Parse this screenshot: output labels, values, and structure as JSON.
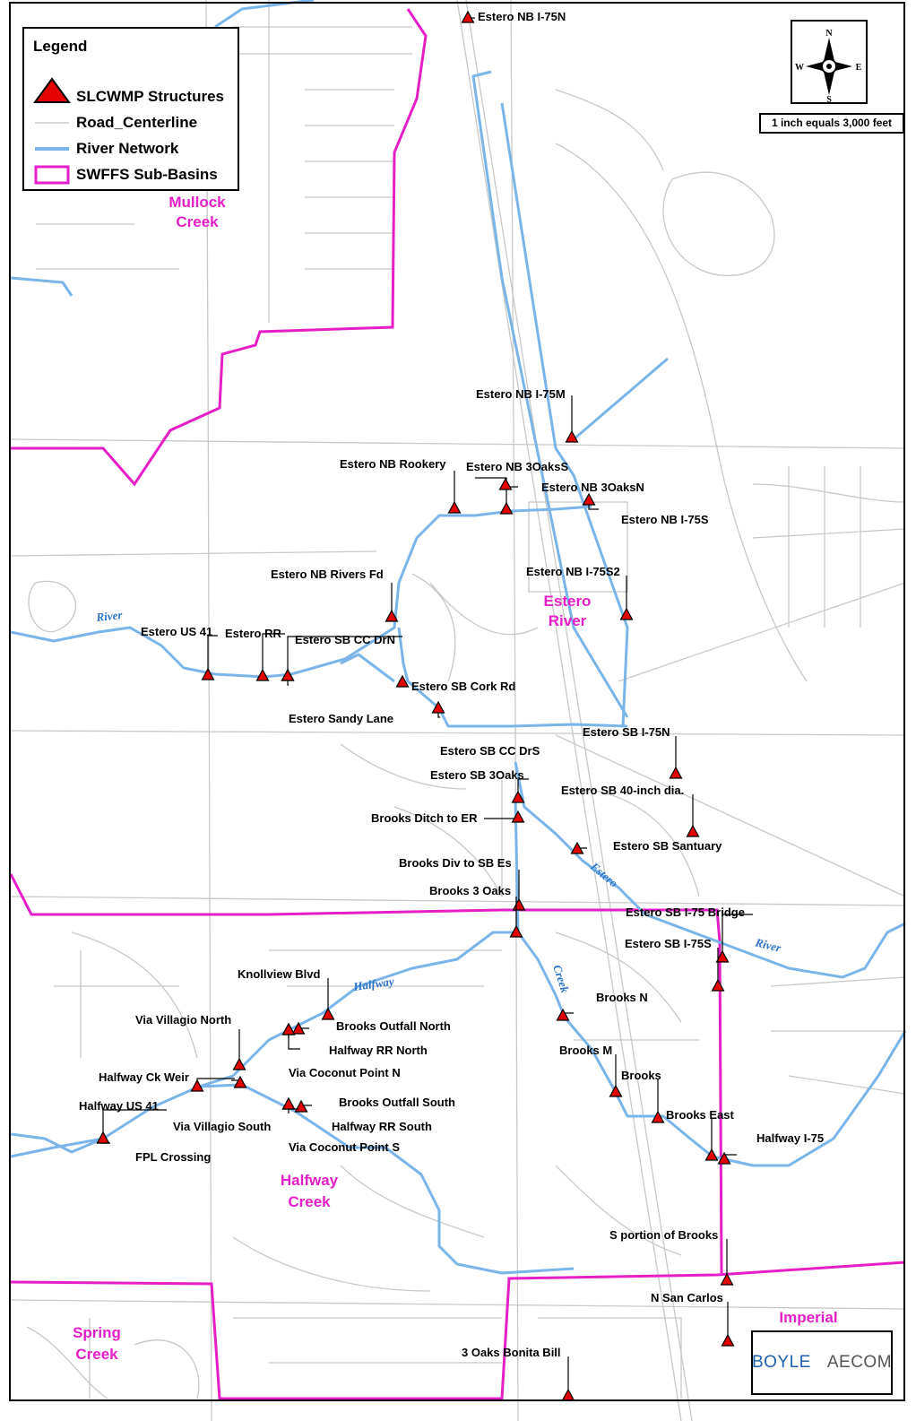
{
  "legend": {
    "title": "Legend",
    "items": [
      {
        "label": "SLCWMP Structures",
        "icon": "red-triangle-icon"
      },
      {
        "label": "Road_Centerline",
        "icon": "gray-line-icon"
      },
      {
        "label": "River Network",
        "icon": "blue-line-icon"
      },
      {
        "label": "SWFFS Sub-Basins",
        "icon": "magenta-box-icon"
      }
    ]
  },
  "north_arrow": {
    "n": "N",
    "s": "S",
    "e": "E",
    "w": "W"
  },
  "scale_text": "1 inch equals 3,000 feet",
  "logo": {
    "left": "BOYLE",
    "right": "AECOM"
  },
  "colors": {
    "river": "#7ab4e8",
    "basin": "#e61ec8",
    "road": "#c8c8c8",
    "structure": "#e30000"
  },
  "basins": [
    {
      "line1": "Mullock",
      "line2": "Creek"
    },
    {
      "line1": "Estero",
      "line2": "River"
    },
    {
      "line1": "Halfway",
      "line2": "Creek"
    },
    {
      "line1": "Spring",
      "line2": "Creek"
    },
    {
      "line1": "Imperial",
      "line2": ""
    }
  ],
  "river_labels": [
    "River",
    "Estero",
    "River",
    "Halfway",
    "Creek"
  ],
  "structures": [
    "Estero NB I-75N",
    "Estero NB I-75M",
    "Estero NB Rookery",
    "Estero NB 3OaksS",
    "Estero NB 3OaksN",
    "Estero NB I-75S",
    "Estero NB I-75S2",
    "Estero NB Rivers Fd",
    "Estero US 41",
    "Estero RR",
    "Estero SB CC DrN",
    "Estero Sandy Lane",
    "Estero SB Cork Rd",
    "Estero SB CC DrS",
    "Estero SB I-75N",
    "Estero SB 3Oaks",
    "Estero SB 40-inch dia.",
    "Brooks Ditch to ER",
    "Estero SB Santuary",
    "Brooks Div to SB Es",
    "Brooks 3 Oaks",
    "Estero SB I-75 Bridge",
    "Estero SB I-75S",
    "Knollview Blvd",
    "Brooks N",
    "Via Villagio North",
    "Brooks Outfall North",
    "Halfway RR North",
    "Via Coconut Point N",
    "Brooks M",
    "Brooks",
    "Halfway Ck Weir",
    "Halfway US 41",
    "Brooks Outfall South",
    "Via Villagio South",
    "Halfway RR South",
    "Brooks East",
    "Halfway I-75",
    "Via Coconut Point S",
    "FPL Crossing",
    "S portion of Brooks",
    "N San Carlos",
    "3 Oaks Bonita Bill"
  ]
}
